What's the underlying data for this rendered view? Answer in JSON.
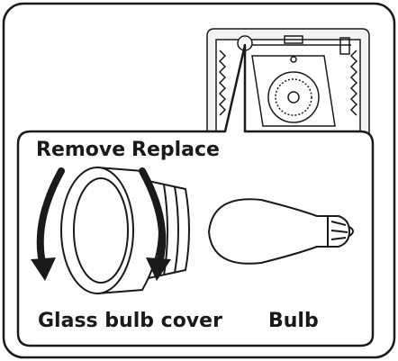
{
  "labels": {
    "remove": "Remove",
    "replace": "Replace",
    "glass_bulb_cover": "Glass bulb cover",
    "bulb": "Bulb"
  },
  "colors": {
    "line": "#1a1a1a",
    "fill": "#ffffff",
    "frame_fill": "#f2f2f2"
  }
}
